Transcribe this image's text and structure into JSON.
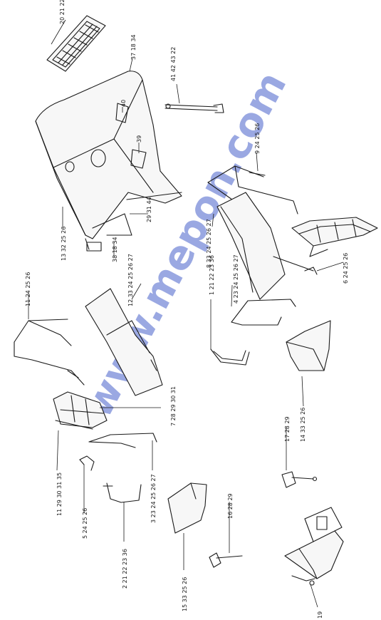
{
  "diagram": {
    "watermark": "www.mepon.com",
    "labels": [
      {
        "id": "lbl-20",
        "text": "20 21 22"
      },
      {
        "id": "lbl-37",
        "text": "37 18 34"
      },
      {
        "id": "lbl-41",
        "text": "41 42 43 22"
      },
      {
        "id": "lbl-40",
        "text": "40"
      },
      {
        "id": "lbl-39",
        "text": "39"
      },
      {
        "id": "lbl-9",
        "text": "9 24 25 26"
      },
      {
        "id": "lbl-13",
        "text": "13 32 25 26"
      },
      {
        "id": "lbl-29",
        "text": "29 31 44"
      },
      {
        "id": "lbl-38",
        "text": "38 18 34"
      },
      {
        "id": "lbl-8",
        "text": "8 33 24 25 26 27"
      },
      {
        "id": "lbl-12",
        "text": "12 33 24 25 26 27"
      },
      {
        "id": "lbl-6",
        "text": "6 24 25 26"
      },
      {
        "id": "lbl-11a",
        "text": "11 24 25 26"
      },
      {
        "id": "lbl-4",
        "text": "4 23 24 25 26 27"
      },
      {
        "id": "lbl-1",
        "text": "1 21 22 23 36"
      },
      {
        "id": "lbl-7",
        "text": "7 28 29 30 31"
      },
      {
        "id": "lbl-11b",
        "text": "11 29 30 31 35"
      },
      {
        "id": "lbl-17",
        "text": "17 28 29"
      },
      {
        "id": "lbl-14",
        "text": "14 33 25 26"
      },
      {
        "id": "lbl-5",
        "text": "5 24 25 26"
      },
      {
        "id": "lbl-3",
        "text": "3 23 24 25 26 27"
      },
      {
        "id": "lbl-2",
        "text": "2 21 22 23 36"
      },
      {
        "id": "lbl-16",
        "text": "16 28 29"
      },
      {
        "id": "lbl-15",
        "text": "15 33 25 26"
      },
      {
        "id": "lbl-19",
        "text": "19"
      }
    ]
  }
}
